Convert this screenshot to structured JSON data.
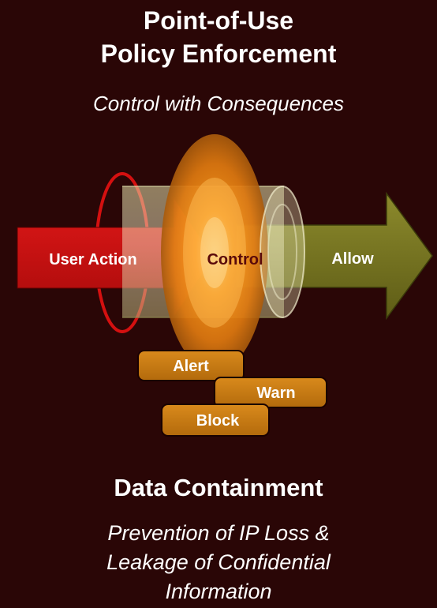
{
  "header": {
    "title_line1": "Point-of-Use",
    "title_line2": "Policy Enforcement",
    "subtitle": "Control with Consequences"
  },
  "diagram": {
    "arrow_labels": [
      "User Action",
      "Control",
      "Allow"
    ],
    "responses": [
      "Alert",
      "Warn",
      "Block"
    ]
  },
  "footer": {
    "title": "Data Containment",
    "subtitle_line1": "Prevention of IP Loss &",
    "subtitle_line2": "Leakage of Confidential",
    "subtitle_line3": "Information"
  },
  "colors": {
    "background": "#2a0606",
    "user_action": "#cc1010",
    "allow": "#7c7a22",
    "control_disc": "#d07b12",
    "box_fill": "#c87a12"
  }
}
